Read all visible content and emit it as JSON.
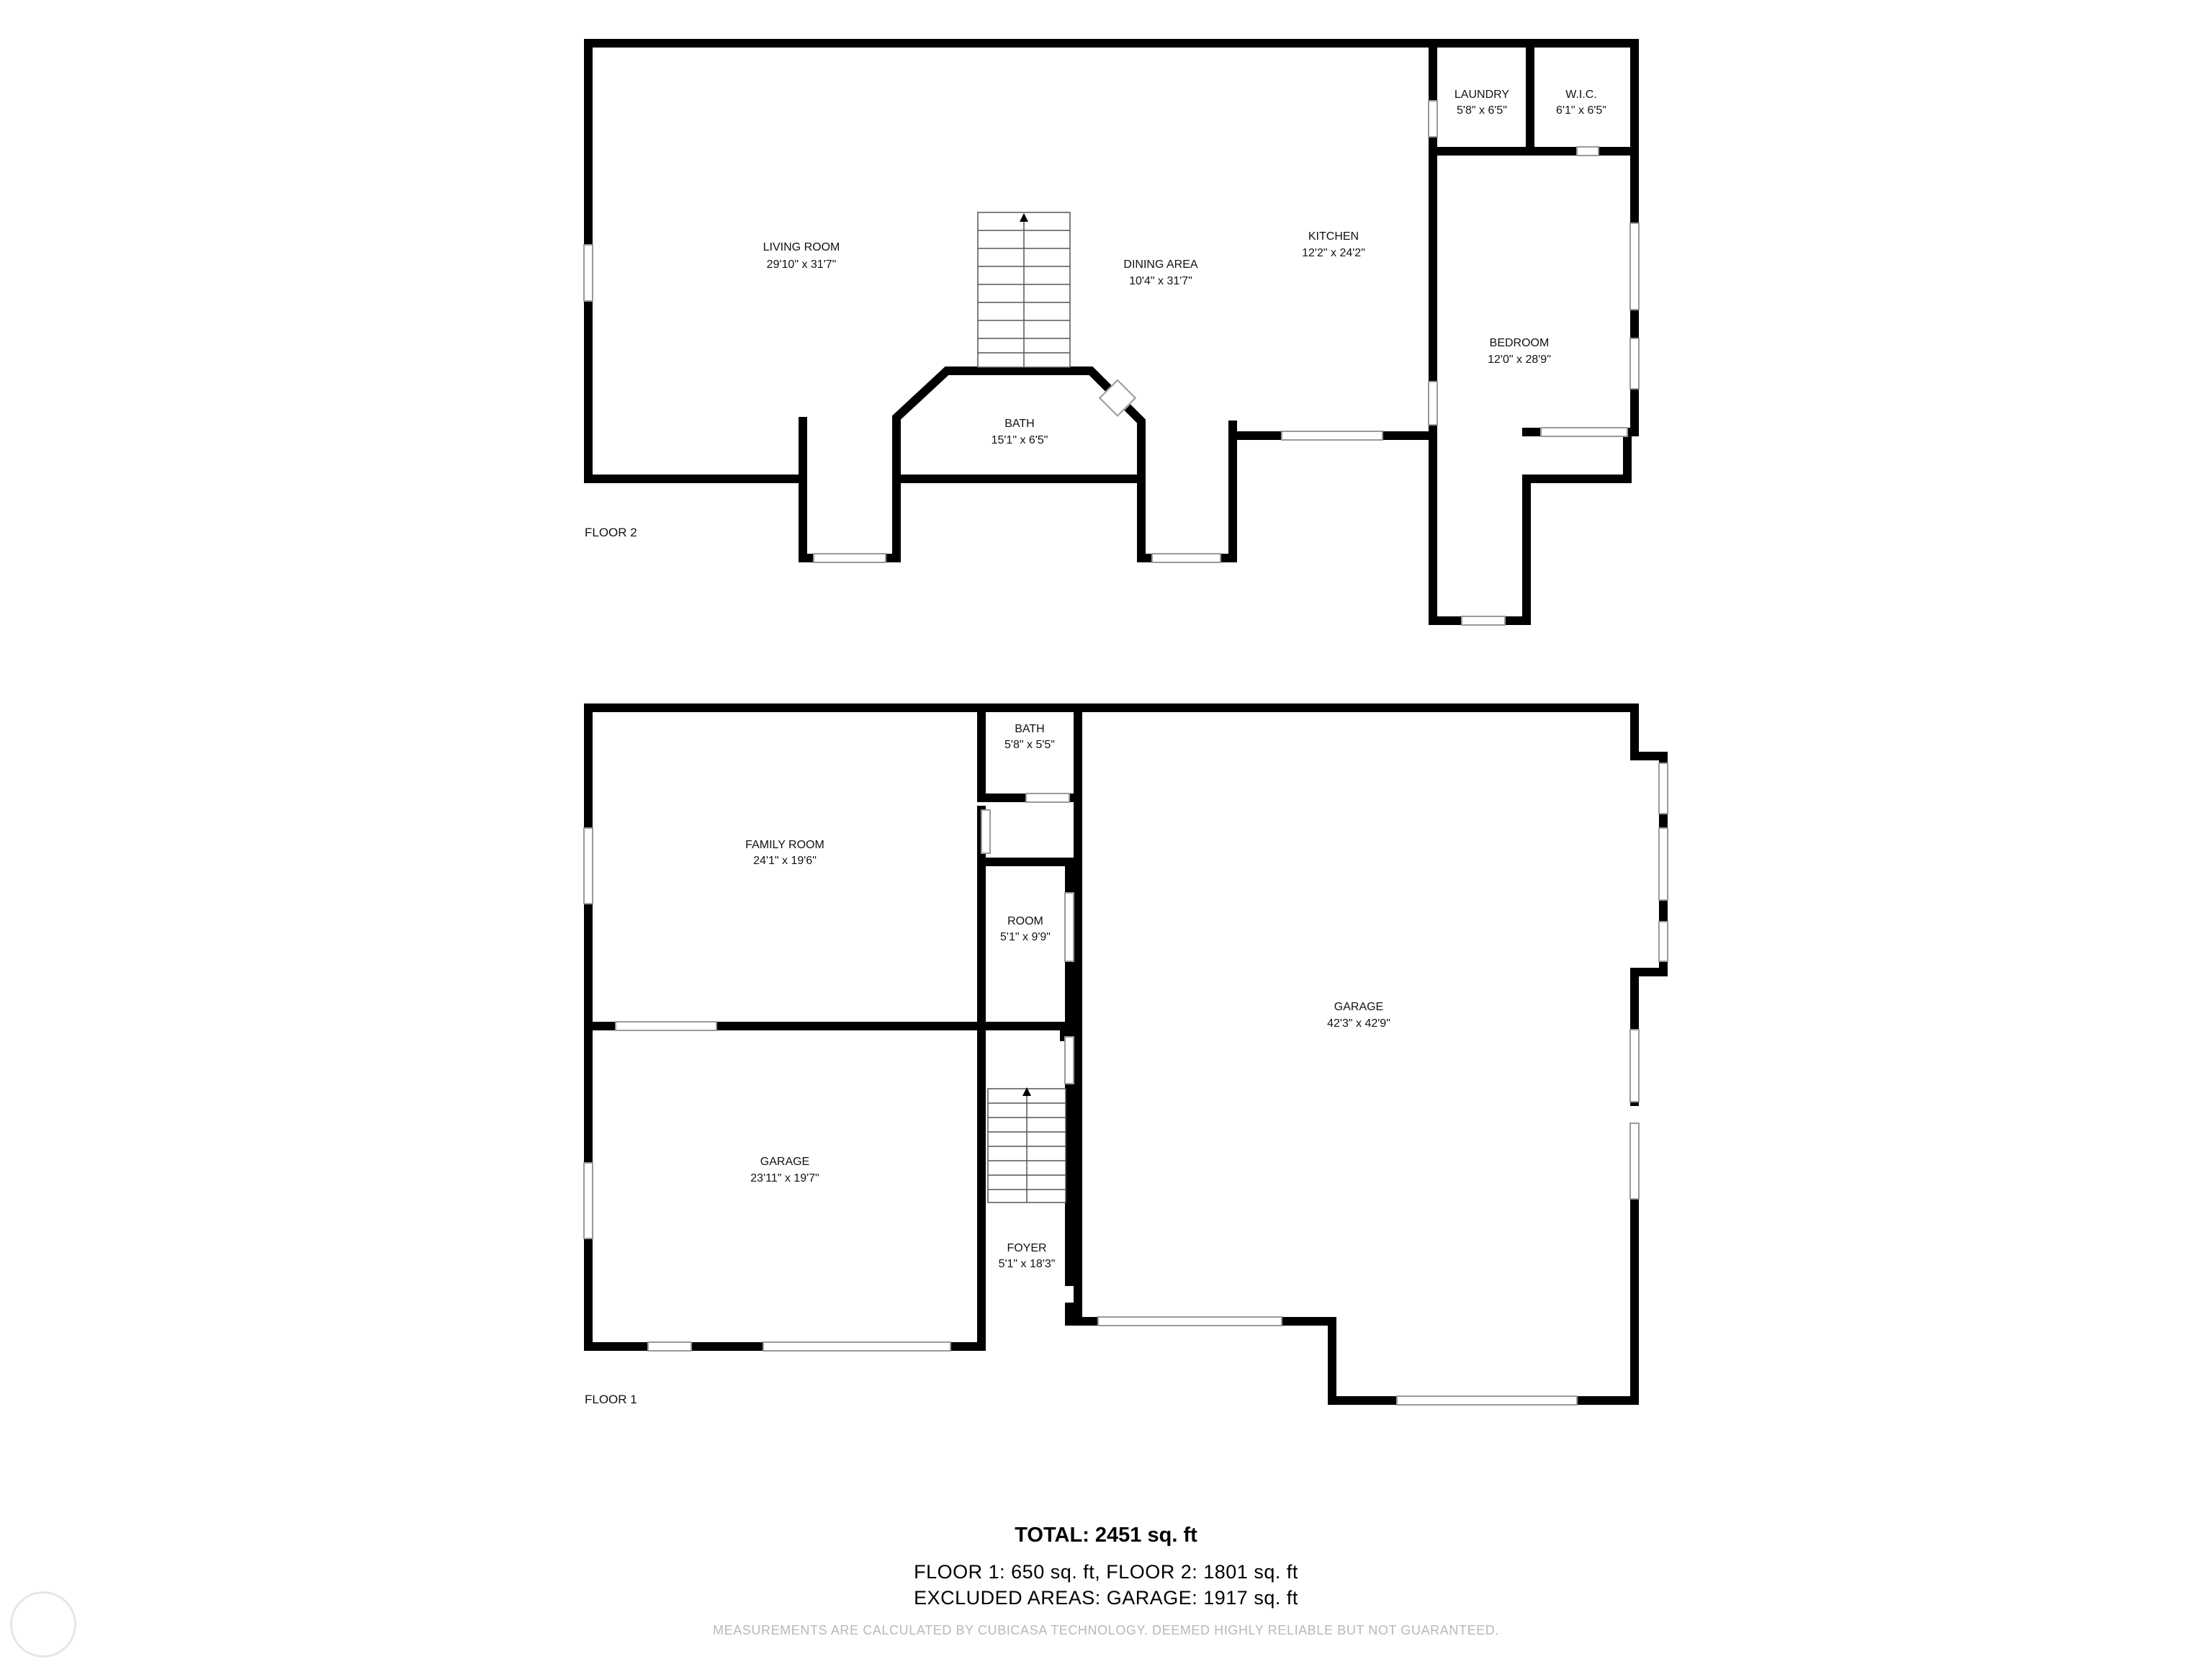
{
  "floors": [
    {
      "label": "FLOOR 2",
      "rooms": [
        {
          "name": "LIVING ROOM",
          "dims": "29'10\" x 31'7\""
        },
        {
          "name": "DINING AREA",
          "dims": "10'4\" x 31'7\""
        },
        {
          "name": "KITCHEN",
          "dims": "12'2\" x 24'2\""
        },
        {
          "name": "LAUNDRY",
          "dims": "5'8\" x 6'5\""
        },
        {
          "name": "W.I.C.",
          "dims": "6'1\" x 6'5\""
        },
        {
          "name": "BEDROOM",
          "dims": "12'0\" x 28'9\""
        },
        {
          "name": "BATH",
          "dims": "15'1\" x 6'5\""
        }
      ]
    },
    {
      "label": "FLOOR 1",
      "rooms": [
        {
          "name": "FAMILY ROOM",
          "dims": "24'1\" x 19'6\""
        },
        {
          "name": "BATH",
          "dims": "5'8\" x 5'5\""
        },
        {
          "name": "ROOM",
          "dims": "5'1\" x 9'9\""
        },
        {
          "name": "GARAGE",
          "dims": "42'3\" x 42'9\""
        },
        {
          "name": "GARAGE",
          "dims": "23'11\" x 19'7\""
        },
        {
          "name": "FOYER",
          "dims": "5'1\" x 18'3\""
        }
      ]
    }
  ],
  "summary": {
    "total": "TOTAL: 2451 sq. ft",
    "floors": "FLOOR 1: 650 sq. ft, FLOOR 2: 1801 sq. ft",
    "excluded": "EXCLUDED AREAS: GARAGE: 1917 sq. ft"
  },
  "disclaimer": "MEASUREMENTS ARE CALCULATED BY CUBICASA TECHNOLOGY. DEEMED HIGHLY RELIABLE BUT NOT GUARANTEED."
}
